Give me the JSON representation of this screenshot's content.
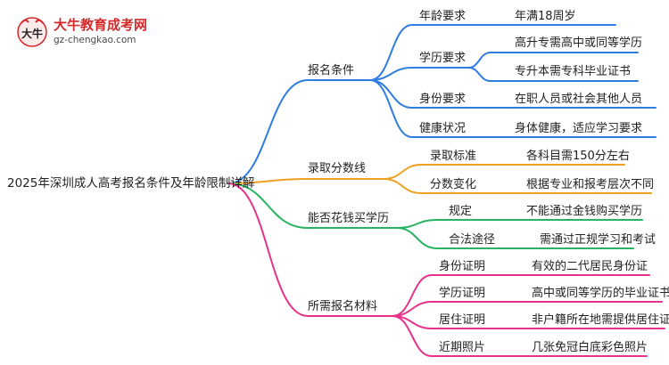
{
  "logo": {
    "title": "大牛教育成考网",
    "url": "gz-chengkao.com",
    "mark_text": "大牛"
  },
  "root": "2025年深圳成人高考报名条件及年龄限制详解",
  "branches": [
    {
      "label": "报名条件",
      "color": "#2f7de1",
      "children": [
        {
          "label": "年龄要求",
          "items": [
            "年满18周岁"
          ]
        },
        {
          "label": "学历要求",
          "items": [
            "高升专需高中或同等学历",
            "专升本需专科毕业证书"
          ]
        },
        {
          "label": "身份要求",
          "items": [
            "在职人员或社会其他人员"
          ]
        },
        {
          "label": "健康状况",
          "items": [
            "身体健康，适应学习要求"
          ]
        }
      ]
    },
    {
      "label": "录取分数线",
      "color": "#f0a020",
      "children": [
        {
          "label": "录取标准",
          "items": [
            "各科目需150分左右"
          ]
        },
        {
          "label": "分数变化",
          "items": [
            "根据专业和报考层次不同"
          ]
        }
      ]
    },
    {
      "label": "能否花钱买学历",
      "color": "#28b463",
      "children": [
        {
          "label": "规定",
          "items": [
            "不能通过金钱购买学历"
          ]
        },
        {
          "label": "合法途径",
          "items": [
            "需通过正规学习和考试"
          ]
        }
      ]
    },
    {
      "label": "所需报名材料",
      "color": "#e8318a",
      "children": [
        {
          "label": "身份证明",
          "items": [
            "有效的二代居民身份证"
          ]
        },
        {
          "label": "学历证明",
          "items": [
            "高中或同等学历的毕业证书"
          ]
        },
        {
          "label": "居住证明",
          "items": [
            "非户籍所在地需提供居住证"
          ]
        },
        {
          "label": "近期照片",
          "items": [
            "几张免冠白底彩色照片"
          ]
        }
      ]
    }
  ]
}
